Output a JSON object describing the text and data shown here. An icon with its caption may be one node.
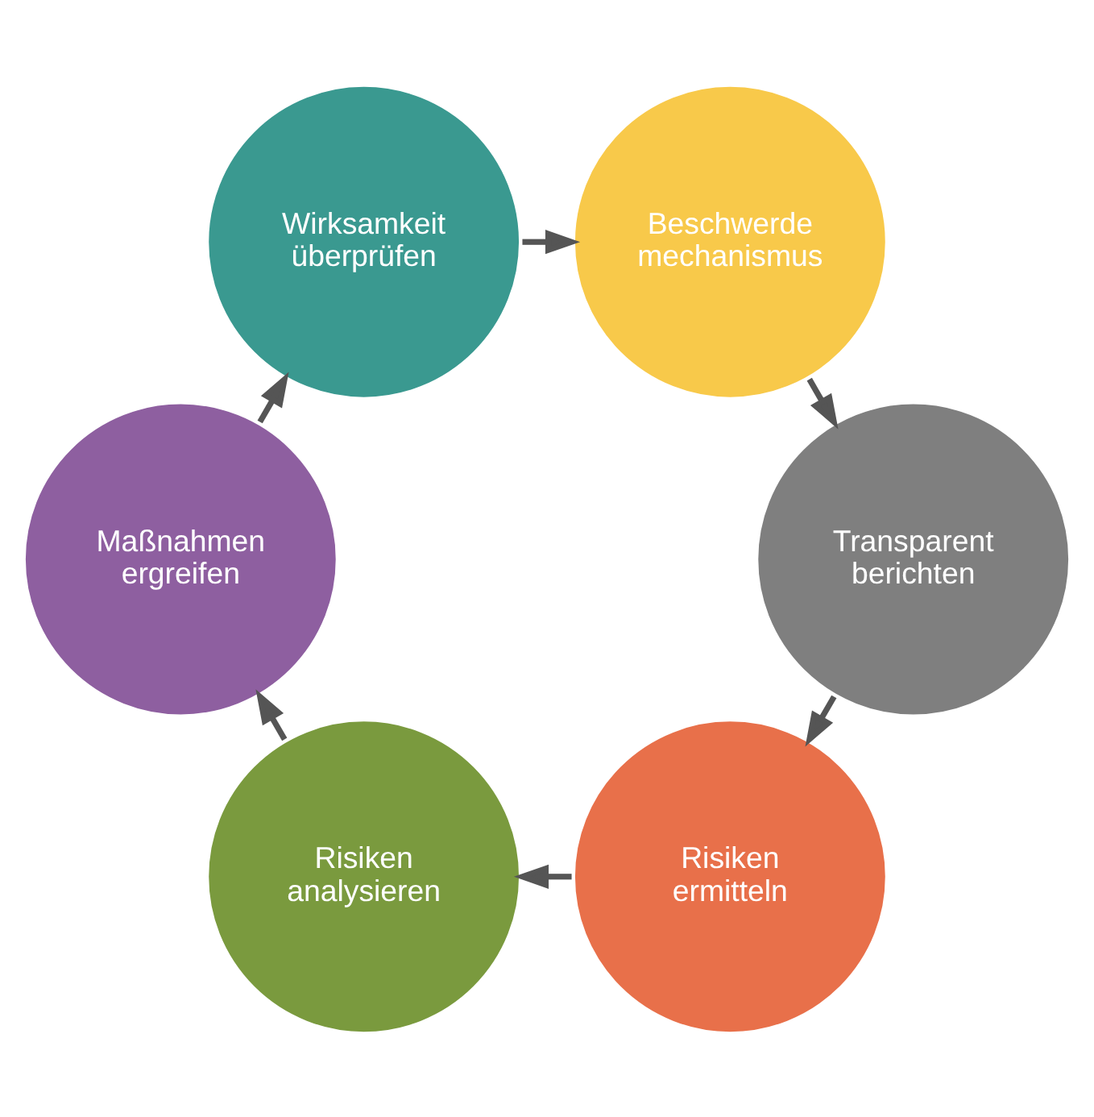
{
  "diagram": {
    "nodes": [
      {
        "text": [
          "Risiken ermitteln"
        ]
      },
      {
        "text": [
          "Risiken analysieren"
        ]
      },
      {
        "text": [
          "Maßnahmen ergreifen"
        ]
      },
      {
        "text": [
          "Wirksamkeit überprüfen"
        ]
      },
      {
        "text": [
          "Beschwerde mechanismus"
        ]
      },
      {
        "text": [
          "Transparent berichten"
        ]
      }
    ],
    "edges": [
      {
        "from": 0,
        "to": 1,
        "arrow": "to"
      },
      {
        "from": 1,
        "to": 2,
        "arrow": "to"
      },
      {
        "from": 2,
        "to": 3,
        "arrow": "to"
      },
      {
        "from": 3,
        "to": 4,
        "arrow": "to"
      },
      {
        "from": 4,
        "to": 5,
        "arrow": "to"
      },
      {
        "from": 5,
        "to": 0,
        "arrow": "to"
      }
    ]
  }
}
